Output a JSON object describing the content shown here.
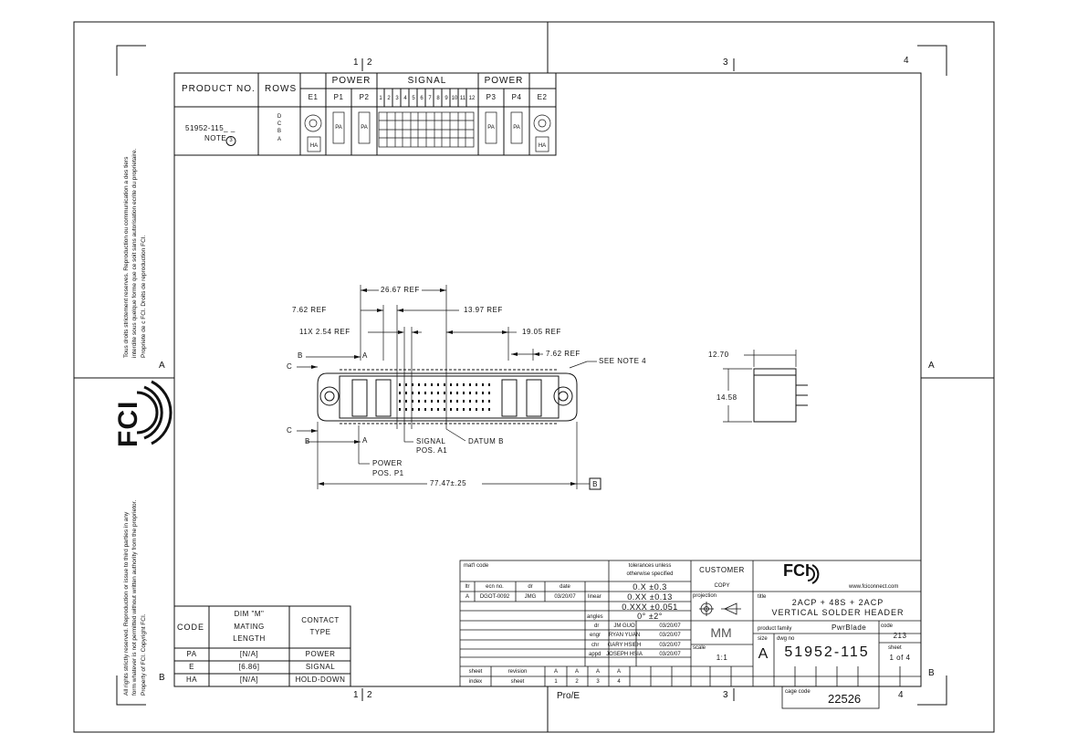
{
  "zones": {
    "top": [
      "1",
      "2",
      "3",
      "4"
    ],
    "side": [
      "A",
      "B"
    ]
  },
  "legal": {
    "top_lines": [
      "Tous droits strictement reserves.  Reproduction ou communication a des tiers",
      "interdite sous quelque forme que ce soit sans autorisation ecrite du proprietaire.",
      "Propriete de c FCI.  Droits de reproduction FCI."
    ],
    "bottom_lines": [
      "All rights strictly reserved.  Reproduction or issue to third parties in any",
      "form whatever is not permitted without written authority from the proprietor.",
      "Property of FCI.  Copyright FCI."
    ]
  },
  "side_logo": "FCI",
  "product_table": {
    "headers": {
      "product_no": "PRODUCT NO.",
      "rows": "ROWS",
      "power": "POWER",
      "signal": "SIGNAL",
      "power2": "POWER"
    },
    "subheaders": [
      "E1",
      "P1",
      "P2",
      "P3",
      "P4",
      "E2"
    ],
    "signal_nums": [
      "1",
      "2",
      "3",
      "4",
      "5",
      "6",
      "7",
      "8",
      "9",
      "10",
      "11",
      "12"
    ],
    "part": "51952-115_ _",
    "note": "NOTE",
    "note_num": "3",
    "row_letters": [
      "D",
      "C",
      "B",
      "A"
    ],
    "pa": "PA",
    "ha": "HA"
  },
  "dims": {
    "d1": "26.67 REF",
    "d2": "7.62 REF",
    "d3": "13.97 REF",
    "d4": "11X 2.54 REF",
    "d5": "19.05 REF",
    "d6": "7.62 REF",
    "see_note": "SEE NOTE 4",
    "overall": "77.47±.25",
    "datum_box": "B",
    "side_w": "12.70",
    "side_h": "14.58",
    "signal_label": "SIGNAL",
    "signal_pos": "POS. A1",
    "power_label": "POWER",
    "power_pos": "POS. P1",
    "datum_label": "DATUM B",
    "letters": {
      "a": "A",
      "b": "B",
      "c": "C"
    }
  },
  "code_table": {
    "headers": [
      "CODE",
      "DIM \"M\"",
      "MATING",
      "LENGTH",
      "CONTACT",
      "TYPE"
    ],
    "rows": [
      {
        "code": "PA",
        "dim": "[N/A]",
        "type": "POWER"
      },
      {
        "code": "E",
        "dim": "[6.86]",
        "type": "SIGNAL"
      },
      {
        "code": "HA",
        "dim": "[N/A]",
        "type": "HOLD-DOWN"
      }
    ]
  },
  "title_block": {
    "matl_code": "mat'l code",
    "tolerances": [
      "tolerances unless",
      "otherwise specified"
    ],
    "customer": "CUSTOMER",
    "copy": "COPY",
    "projection": "projection",
    "rev_headers": [
      "ltr",
      "ecn no.",
      "dr",
      "date"
    ],
    "rev_row": [
      "A",
      "DGOT-0092",
      "JMG",
      "03/20/07"
    ],
    "linear": "linear",
    "angles": "angles",
    "tol_rows": [
      "0.X  ±0.3",
      "0.XX  ±0.13",
      "0.XXX  ±0.051",
      "0°  ±2°"
    ],
    "signoffs": [
      {
        "role": "dr",
        "name": "JM GUO",
        "date": "03/20/07"
      },
      {
        "role": "engr",
        "name": "RYAN YUAN",
        "date": "03/20/07"
      },
      {
        "role": "chr",
        "name": "GARY HSIEH",
        "date": "03/20/07"
      },
      {
        "role": "appd",
        "name": "JOSEPH HSIA",
        "date": "03/20/07"
      }
    ],
    "units": "MM",
    "scale_label": "scale",
    "scale": "1:1",
    "logo": "FCI",
    "website": "www.fciconnect.com",
    "title_label": "title",
    "title_lines": [
      "2ACP + 48S + 2ACP",
      "VERTICAL SOLDER HEADER"
    ],
    "product_family_label": "product family",
    "product_family": "PwrBlade",
    "code_label": "code",
    "code": "213",
    "size_label": "size",
    "size": "A",
    "dwg_label": "dwg no",
    "dwg_no": "51952-115",
    "sheet_label": "sheet",
    "sheet": "1 of 4",
    "sheet_row": {
      "label": "sheet",
      "rev": "revision",
      "values": [
        "A",
        "A",
        "A",
        "A"
      ]
    },
    "index_row": {
      "label": "index",
      "sheet": "sheet",
      "values": [
        "1",
        "2",
        "3",
        "4"
      ]
    },
    "cage_label": "cage code",
    "cage": "22526",
    "pro_e": "Pro/E"
  }
}
